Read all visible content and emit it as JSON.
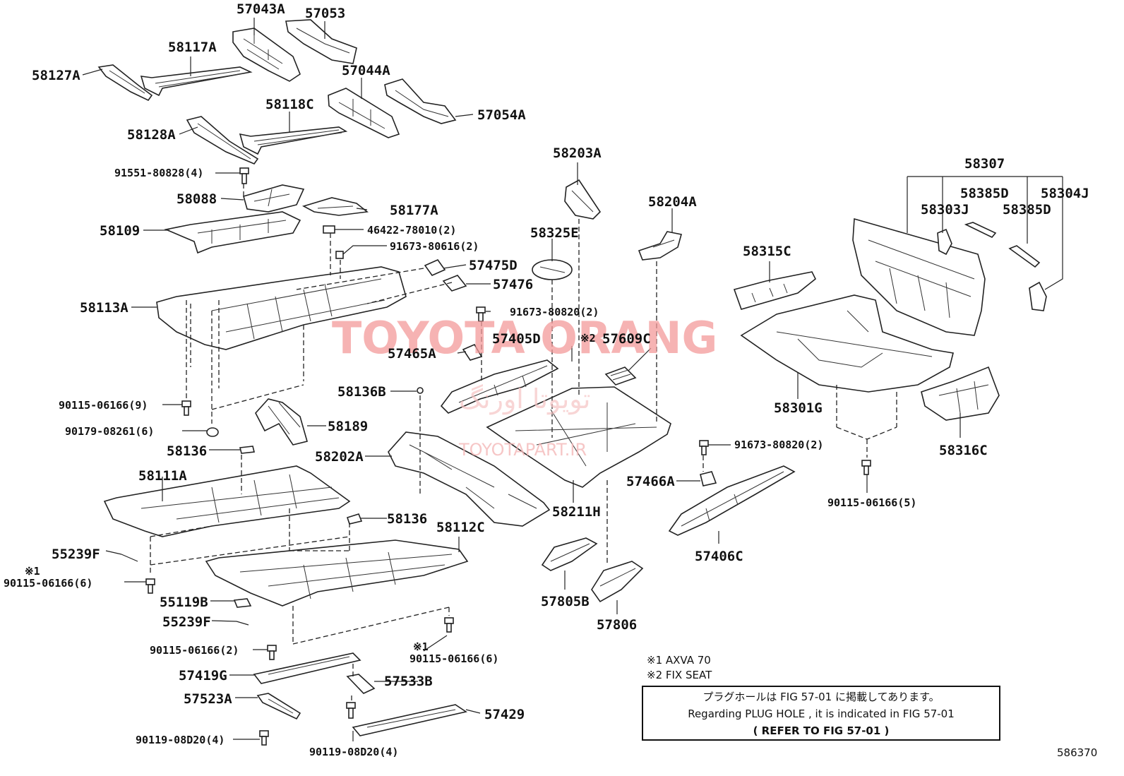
{
  "labels": {
    "p57043A": "57043A",
    "p57053": "57053",
    "p58117A": "58117A",
    "p58127A": "58127A",
    "p57044A": "57044A",
    "p58118C": "58118C",
    "p57054A": "57054A",
    "p58128A": "58128A",
    "p91551": "91551-80828(4)",
    "p58088": "58088",
    "p58177A": "58177A",
    "p58109": "58109",
    "p46422": "46422-78010(2)",
    "p91673_616": "91673-80616(2)",
    "p57475D": "57475D",
    "p57476": "57476",
    "p58113A": "58113A",
    "p91673_820a": "91673-80820(2)",
    "p57405D": "57405D",
    "p57465A": "57465A",
    "p57609C": "57609C",
    "p58136B": "58136B",
    "p90115_9": "90115-06166(9)",
    "p90179": "90179-08261(6)",
    "p58189": "58189",
    "p58136a": "58136",
    "p58202A": "58202A",
    "p58111A": "58111A",
    "p58136b": "58136",
    "p58112C": "58112C",
    "p58211H": "58211H",
    "p55239F_a": "55239F",
    "p90115_6a": "90115-06166(6)",
    "p55119B": "55119B",
    "p55239F_b": "55239F",
    "p90115_2": "90115-06166(2)",
    "p90115_6b": "90115-06166(6)",
    "p57419G": "57419G",
    "p57533B": "57533B",
    "p57523A": "57523A",
    "p57429": "57429",
    "p90119_a": "90119-08D20(4)",
    "p90119_b": "90119-08D20(4)",
    "p58203A": "58203A",
    "p58325E": "58325E",
    "p58204A": "58204A",
    "p58315C": "58315C",
    "p58307": "58307",
    "p58385D_a": "58385D",
    "p58304J": "58304J",
    "p58303J": "58303J",
    "p58385D_b": "58385D",
    "p58301G": "58301G",
    "p58316C": "58316C",
    "p90115_5": "90115-06166(5)",
    "p91673_820b": "91673-80820(2)",
    "p57466A": "57466A",
    "p57406C": "57406C",
    "p57805B": "57805B",
    "p57806": "57806"
  },
  "marks": {
    "mark1": "※1",
    "mark1b": "※1",
    "mark2": "※2"
  },
  "notes": {
    "note1": "※1 AXVA 70",
    "note2": "※2 FIX SEAT",
    "box_line1": "プラグホールは FIG 57-01 に掲載してあります。",
    "box_line2": "Regarding  PLUG  HOLE , it is indicated in  FIG  57-01",
    "box_line3": "( REFER  TO  FIG  57-01 )"
  },
  "figure_number": "586370",
  "watermark": {
    "main": "TOYOTA ORANG",
    "url": "TOYOTAPART.IR",
    "farsi": "تویوتا اورنگ"
  }
}
